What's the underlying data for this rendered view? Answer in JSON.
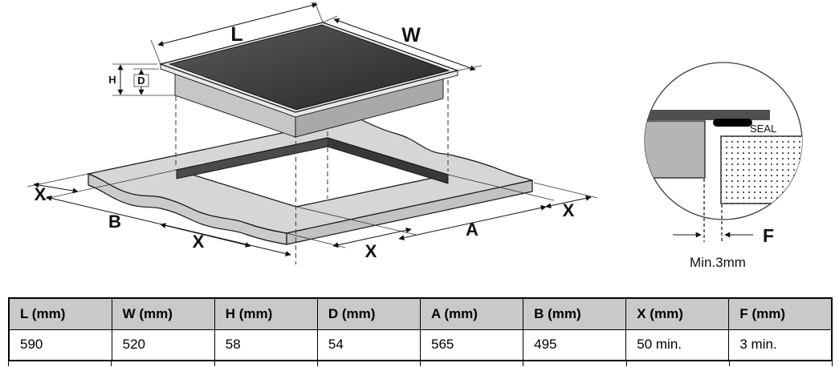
{
  "diagram": {
    "dim_labels": {
      "L": "L",
      "W": "W",
      "H": "H",
      "D": "D",
      "X": "X",
      "B": "B",
      "A": "A"
    },
    "detail": {
      "seal": "SEAL",
      "f": "F",
      "min_gap": "Min.3mm"
    }
  },
  "table": {
    "headers": [
      "L (mm)",
      "W (mm)",
      "H (mm)",
      "D (mm)",
      "A (mm)",
      "B (mm)",
      "X (mm)",
      "F (mm)"
    ],
    "values": [
      "590",
      "520",
      "58",
      "54",
      "565",
      "495",
      "50 min.",
      "3 min."
    ]
  },
  "colors": {
    "glass_dark": "#262626",
    "glass_light": "#5b5b5b",
    "glass_rim": "#e8e8e8",
    "body_gray_left": "#c6c6c6",
    "body_gray_right": "#a9a9a9",
    "worktop_gray": "#d6d6d6",
    "worktop_band": "#cbcbcb",
    "worktop_face": "#c2c2c2",
    "cutout_wall": "#4a4a4a",
    "cutout_wall_dark": "#383838",
    "detail_glass_bar": "#4f4f4f",
    "detail_body": "#b5b5b5",
    "seal_black": "#000000",
    "table_header_bg": "#c9c9c9"
  }
}
